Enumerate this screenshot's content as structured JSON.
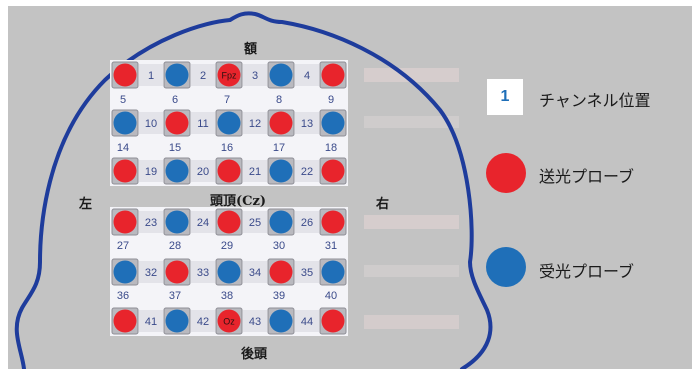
{
  "labels": {
    "front": "額",
    "center": "頭頂(Cz)",
    "back": "後頭",
    "left": "左",
    "right": "右"
  },
  "colors": {
    "emitter": "#e8242c",
    "detector": "#1f6fb8",
    "outline": "#1e3c9c",
    "grid_light": "#f4f4f8",
    "grid_dark": "#d6d6dc",
    "channel_text": "#3a4a8a"
  },
  "legend": {
    "channel_number": "1",
    "channel_label": "チャンネル位置",
    "emitter_label": "送光プローブ",
    "detector_label": "受光プローブ"
  },
  "front_grid": {
    "probe_rows": [
      [
        "emitter",
        "detector",
        "emitter",
        "detector",
        "emitter"
      ],
      [
        "detector",
        "emitter",
        "detector",
        "emitter",
        "detector"
      ],
      [
        "emitter",
        "detector",
        "emitter",
        "detector",
        "emitter"
      ]
    ],
    "probe_labels": {
      "0.2": "Fpz"
    },
    "row_channels": [
      [
        "1",
        "2",
        "3",
        "4"
      ],
      [
        "10",
        "11",
        "12",
        "13"
      ],
      [
        "19",
        "20",
        "21",
        "22"
      ]
    ],
    "gap_channels": [
      [
        "5",
        "6",
        "7",
        "8",
        "9"
      ],
      [
        "14",
        "15",
        "16",
        "17",
        "18"
      ]
    ]
  },
  "back_grid": {
    "probe_rows": [
      [
        "emitter",
        "detector",
        "emitter",
        "detector",
        "emitter"
      ],
      [
        "detector",
        "emitter",
        "detector",
        "emitter",
        "detector"
      ],
      [
        "emitter",
        "detector",
        "emitter",
        "detector",
        "emitter"
      ]
    ],
    "probe_labels": {
      "2.2": "Oz"
    },
    "row_channels": [
      [
        "23",
        "24",
        "25",
        "26"
      ],
      [
        "32",
        "33",
        "34",
        "35"
      ],
      [
        "41",
        "42",
        "43",
        "44"
      ]
    ],
    "gap_channels": [
      [
        "27",
        "28",
        "29",
        "30",
        "31"
      ],
      [
        "36",
        "37",
        "38",
        "39",
        "40"
      ]
    ]
  }
}
